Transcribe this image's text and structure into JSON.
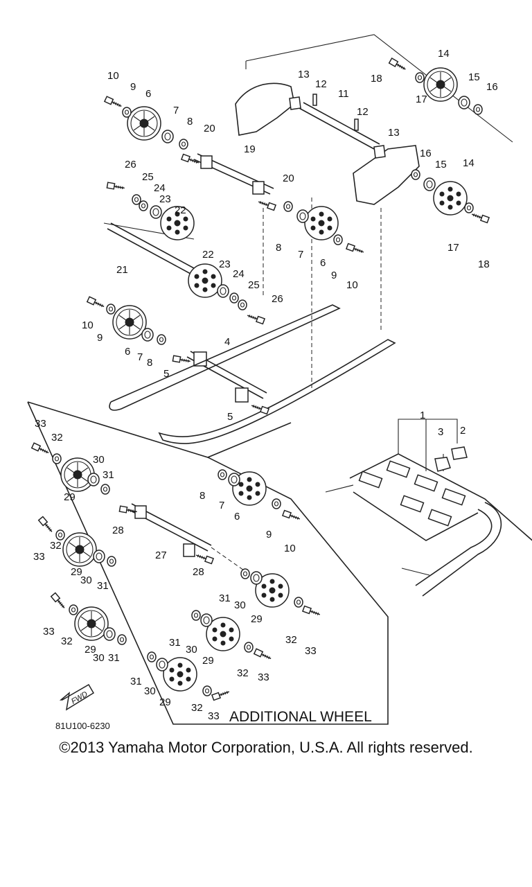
{
  "diagram": {
    "caption": "ADDITIONAL WHEEL",
    "diagram_code": "81U100-6230",
    "fwd_label": "FWD",
    "callouts": [
      {
        "id": "c1",
        "text": "1"
      },
      {
        "id": "c2",
        "text": "2"
      },
      {
        "id": "c3",
        "text": "3"
      },
      {
        "id": "c4",
        "text": "4"
      },
      {
        "id": "c5a",
        "text": "5"
      },
      {
        "id": "c5b",
        "text": "5"
      },
      {
        "id": "c6a",
        "text": "6"
      },
      {
        "id": "c6b",
        "text": "6"
      },
      {
        "id": "c6c",
        "text": "6"
      },
      {
        "id": "c6d",
        "text": "6"
      },
      {
        "id": "c7a",
        "text": "7"
      },
      {
        "id": "c7b",
        "text": "7"
      },
      {
        "id": "c7c",
        "text": "7"
      },
      {
        "id": "c7d",
        "text": "7"
      },
      {
        "id": "c8a",
        "text": "8"
      },
      {
        "id": "c8b",
        "text": "8"
      },
      {
        "id": "c8c",
        "text": "8"
      },
      {
        "id": "c8d",
        "text": "8"
      },
      {
        "id": "c9a",
        "text": "9"
      },
      {
        "id": "c9b",
        "text": "9"
      },
      {
        "id": "c9c",
        "text": "9"
      },
      {
        "id": "c9d",
        "text": "9"
      },
      {
        "id": "c10a",
        "text": "10"
      },
      {
        "id": "c10b",
        "text": "10"
      },
      {
        "id": "c10c",
        "text": "10"
      },
      {
        "id": "c10d",
        "text": "10"
      },
      {
        "id": "c11",
        "text": "11"
      },
      {
        "id": "c12a",
        "text": "12"
      },
      {
        "id": "c12b",
        "text": "12"
      },
      {
        "id": "c13a",
        "text": "13"
      },
      {
        "id": "c13b",
        "text": "13"
      },
      {
        "id": "c14a",
        "text": "14"
      },
      {
        "id": "c14b",
        "text": "14"
      },
      {
        "id": "c15a",
        "text": "15"
      },
      {
        "id": "c15b",
        "text": "15"
      },
      {
        "id": "c16a",
        "text": "16"
      },
      {
        "id": "c16b",
        "text": "16"
      },
      {
        "id": "c17a",
        "text": "17"
      },
      {
        "id": "c17b",
        "text": "17"
      },
      {
        "id": "c18a",
        "text": "18"
      },
      {
        "id": "c18b",
        "text": "18"
      },
      {
        "id": "c19",
        "text": "19"
      },
      {
        "id": "c20a",
        "text": "20"
      },
      {
        "id": "c20b",
        "text": "20"
      },
      {
        "id": "c21",
        "text": "21"
      },
      {
        "id": "c22a",
        "text": "22"
      },
      {
        "id": "c22b",
        "text": "22"
      },
      {
        "id": "c23a",
        "text": "23"
      },
      {
        "id": "c23b",
        "text": "23"
      },
      {
        "id": "c24a",
        "text": "24"
      },
      {
        "id": "c24b",
        "text": "24"
      },
      {
        "id": "c25a",
        "text": "25"
      },
      {
        "id": "c25b",
        "text": "25"
      },
      {
        "id": "c26a",
        "text": "26"
      },
      {
        "id": "c26b",
        "text": "26"
      },
      {
        "id": "c27",
        "text": "27"
      },
      {
        "id": "c28a",
        "text": "28"
      },
      {
        "id": "c28b",
        "text": "28"
      },
      {
        "id": "c29a",
        "text": "29"
      },
      {
        "id": "c29b",
        "text": "29"
      },
      {
        "id": "c29c",
        "text": "29"
      },
      {
        "id": "c29d",
        "text": "29"
      },
      {
        "id": "c29e",
        "text": "29"
      },
      {
        "id": "c29f",
        "text": "29"
      },
      {
        "id": "c29g",
        "text": "29"
      },
      {
        "id": "c30a",
        "text": "30"
      },
      {
        "id": "c30b",
        "text": "30"
      },
      {
        "id": "c30c",
        "text": "30"
      },
      {
        "id": "c30d",
        "text": "30"
      },
      {
        "id": "c30e",
        "text": "30"
      },
      {
        "id": "c30f",
        "text": "30"
      },
      {
        "id": "c30g",
        "text": "30"
      },
      {
        "id": "c31a",
        "text": "31"
      },
      {
        "id": "c31b",
        "text": "31"
      },
      {
        "id": "c31c",
        "text": "31"
      },
      {
        "id": "c31d",
        "text": "31"
      },
      {
        "id": "c31e",
        "text": "31"
      },
      {
        "id": "c31f",
        "text": "31"
      },
      {
        "id": "c31g",
        "text": "31"
      },
      {
        "id": "c32a",
        "text": "32"
      },
      {
        "id": "c32b",
        "text": "32"
      },
      {
        "id": "c32c",
        "text": "32"
      },
      {
        "id": "c32d",
        "text": "32"
      },
      {
        "id": "c32e",
        "text": "32"
      },
      {
        "id": "c32f",
        "text": "32"
      },
      {
        "id": "c33a",
        "text": "33"
      },
      {
        "id": "c33b",
        "text": "33"
      },
      {
        "id": "c33c",
        "text": "33"
      },
      {
        "id": "c33d",
        "text": "33"
      },
      {
        "id": "c33e",
        "text": "33"
      },
      {
        "id": "c33f",
        "text": "33"
      }
    ]
  },
  "footer": {
    "copyright": "©2013 Yamaha Motor Corporation, U.S.A. All rights reserved."
  }
}
